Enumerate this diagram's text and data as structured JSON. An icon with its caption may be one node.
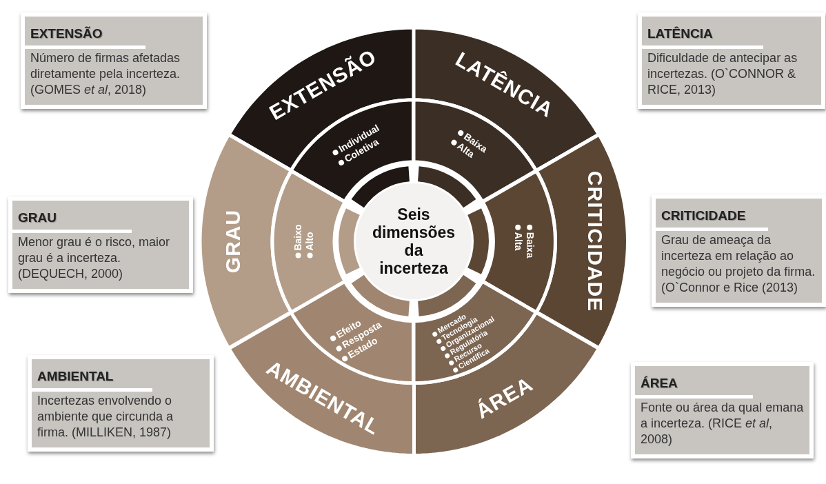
{
  "diagram": {
    "nodes": [
      {
        "text": [
          "Seis dimensões da incerteza"
        ]
      },
      {
        "text": [
          "EXTENSÃO"
        ]
      },
      {
        "text": [
          "LATÊNCIA"
        ]
      },
      {
        "text": [
          "CRITICIDADE"
        ]
      },
      {
        "text": [
          "ÁREA"
        ]
      },
      {
        "text": [
          "AMBIENTAL"
        ]
      },
      {
        "text": [
          "GRAU"
        ]
      },
      {
        "text": [
          "Individual",
          "Coletiva"
        ]
      },
      {
        "text": [
          "Baixa",
          "Alta"
        ]
      },
      {
        "text": [
          "Baixa",
          "Alta"
        ]
      },
      {
        "text": [
          "Mercado",
          "Tecnologia",
          "Organizacional",
          "Regulatória",
          "Recurso",
          "Científica"
        ]
      },
      {
        "text": [
          "Efeito",
          "Resposta",
          "Estado"
        ]
      },
      {
        "text": [
          "Baixo",
          "Alto"
        ]
      },
      {
        "text": [
          "EXTENSÃO",
          "Número de firmas afetadas diretamente pela incerteza. (GOMES *et al*, 2018)"
        ]
      },
      {
        "text": [
          "LATÊNCIA",
          "Dificuldade de antecipar as incertezas. (O`CONNOR & RICE, 2013)"
        ]
      },
      {
        "text": [
          "GRAU",
          "Menor grau é o risco, maior grau é a incerteza. (DEQUECH, 2000)"
        ]
      },
      {
        "text": [
          "CRITICIDADE",
          "Grau de ameaça da incerteza em relação ao negócio ou projeto da firma. (O`Connor e Rice (2013)"
        ]
      },
      {
        "text": [
          "AMBIENTAL",
          "Incertezas envolvendo o ambiente que circunda a firma. (MILLIKEN, 1987)"
        ]
      },
      {
        "text": [
          "ÁREA",
          "Fonte ou área da qual emana a incerteza. (RICE *et al*, 2008)"
        ]
      }
    ],
    "edges": []
  }
}
